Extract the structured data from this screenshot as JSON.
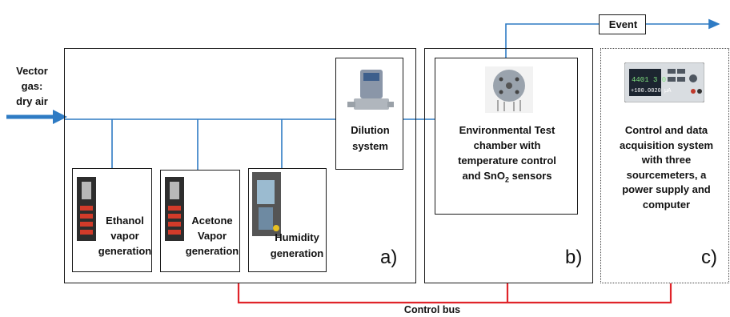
{
  "input": {
    "label_lines": [
      "Vector",
      "gas:",
      "dry air"
    ]
  },
  "panel_a": {
    "letter": "a)",
    "dilution": {
      "lines": [
        "Dilution",
        "system"
      ]
    },
    "ethanol": {
      "lines": [
        "Ethanol",
        "vapor",
        "generation"
      ]
    },
    "acetone": {
      "lines": [
        "Acetone",
        "Vapor",
        "generation"
      ]
    },
    "humidity": {
      "lines": [
        "Humidity",
        "generation"
      ]
    }
  },
  "panel_b": {
    "letter": "b)",
    "chamber": {
      "line1": "Environmental Test",
      "line2": "chamber with",
      "line3": "temperature control",
      "line4_prefix": "and SnO",
      "line4_sub": "2",
      "line4_suffix": " sensors"
    }
  },
  "panel_c": {
    "letter": "c)",
    "lines": [
      "Control and data",
      "acquisition system",
      "with three",
      "sourcemeters, a",
      "power supply and",
      "computer"
    ],
    "screen_top": "4401 3 0",
    "screen_bottom": "+100.0020 µA"
  },
  "event": {
    "label": "Event"
  },
  "control_bus": {
    "label": "Control bus"
  },
  "colors": {
    "gas_line": "#2e7bc4",
    "bus_line": "#e0242a",
    "arrow": "#2e7bc4"
  }
}
